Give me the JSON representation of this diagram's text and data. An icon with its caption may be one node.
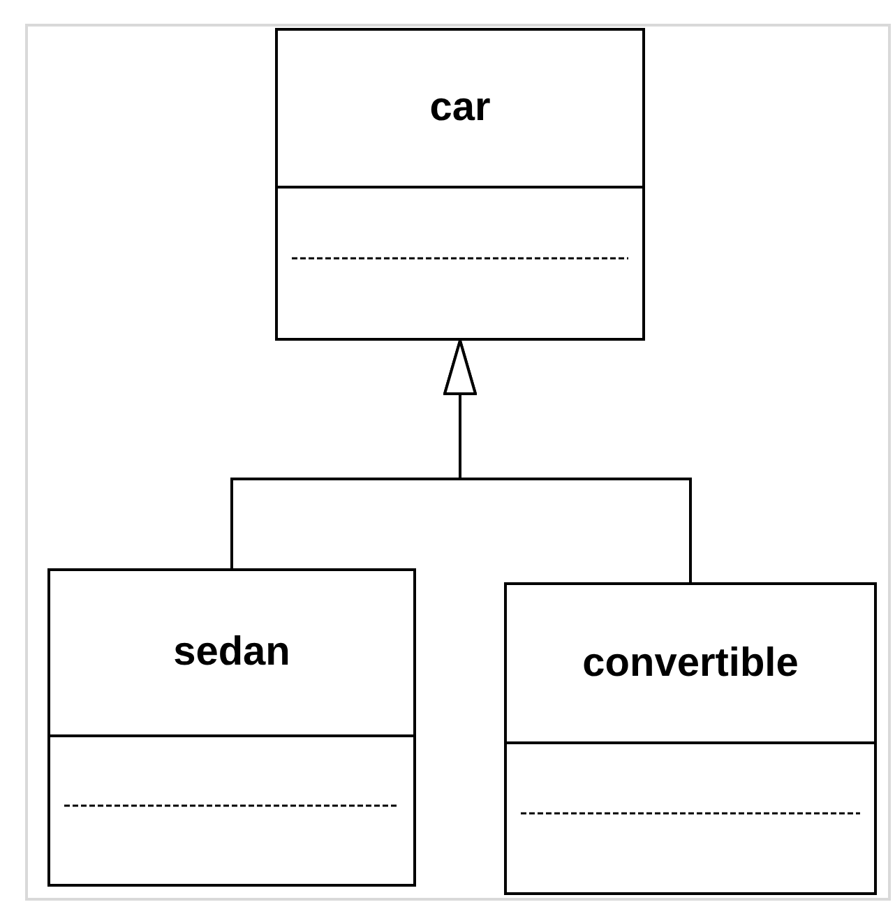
{
  "diagram": {
    "nodes": [
      {
        "text": [
          "car"
        ]
      },
      {
        "text": [
          "sedan"
        ]
      },
      {
        "text": [
          "convertible"
        ]
      }
    ],
    "edges": [
      {
        "from": 1,
        "to": 0,
        "arrow": "to"
      },
      {
        "from": 2,
        "to": 0,
        "arrow": "to"
      }
    ]
  }
}
